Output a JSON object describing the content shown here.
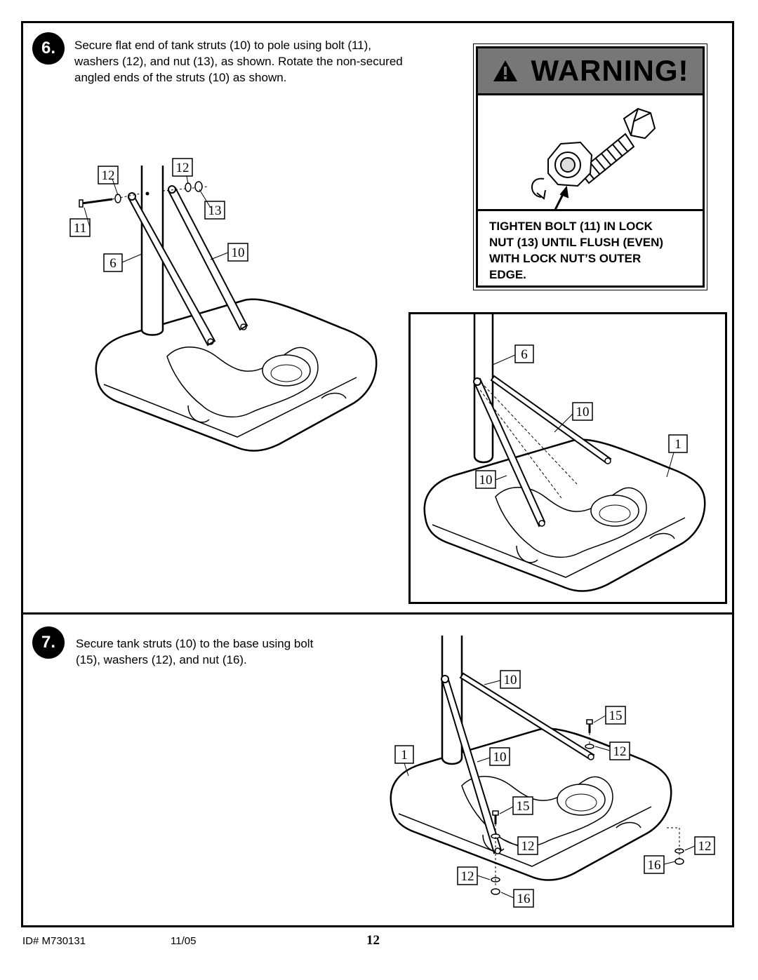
{
  "step6": {
    "number": "6.",
    "text_lines": [
      "Secure flat end of tank struts (10) to pole using bolt (11),",
      "washers (12), and nut (13), as shown.  Rotate the non-secured",
      "angled ends of the struts (10) as shown."
    ]
  },
  "warning": {
    "title": "WARNING!",
    "icon": "warning-triangle-icon",
    "illustration": "bolt-and-lock-nut-illustration",
    "text_lines": [
      "TIGHTEN BOLT (11) IN LOCK",
      "NUT (13) UNTIL FLUSH (EVEN)",
      "WITH LOCK NUT’S OUTER",
      "EDGE."
    ]
  },
  "step7": {
    "number": "7.",
    "text_lines": [
      "Secure tank struts (10) to the base using bolt",
      "(15), washers (12), and nut (16)."
    ]
  },
  "callouts": {
    "s6": [
      "12",
      "12",
      "13",
      "11",
      "10",
      "6"
    ],
    "detail": [
      "6",
      "10",
      "1",
      "10"
    ],
    "s7": [
      "10",
      "15",
      "1",
      "10",
      "12",
      "15",
      "12",
      "12",
      "12",
      "16",
      "16"
    ]
  },
  "footer": {
    "id": "ID#   M730131",
    "date": "11/05",
    "page": "12"
  }
}
